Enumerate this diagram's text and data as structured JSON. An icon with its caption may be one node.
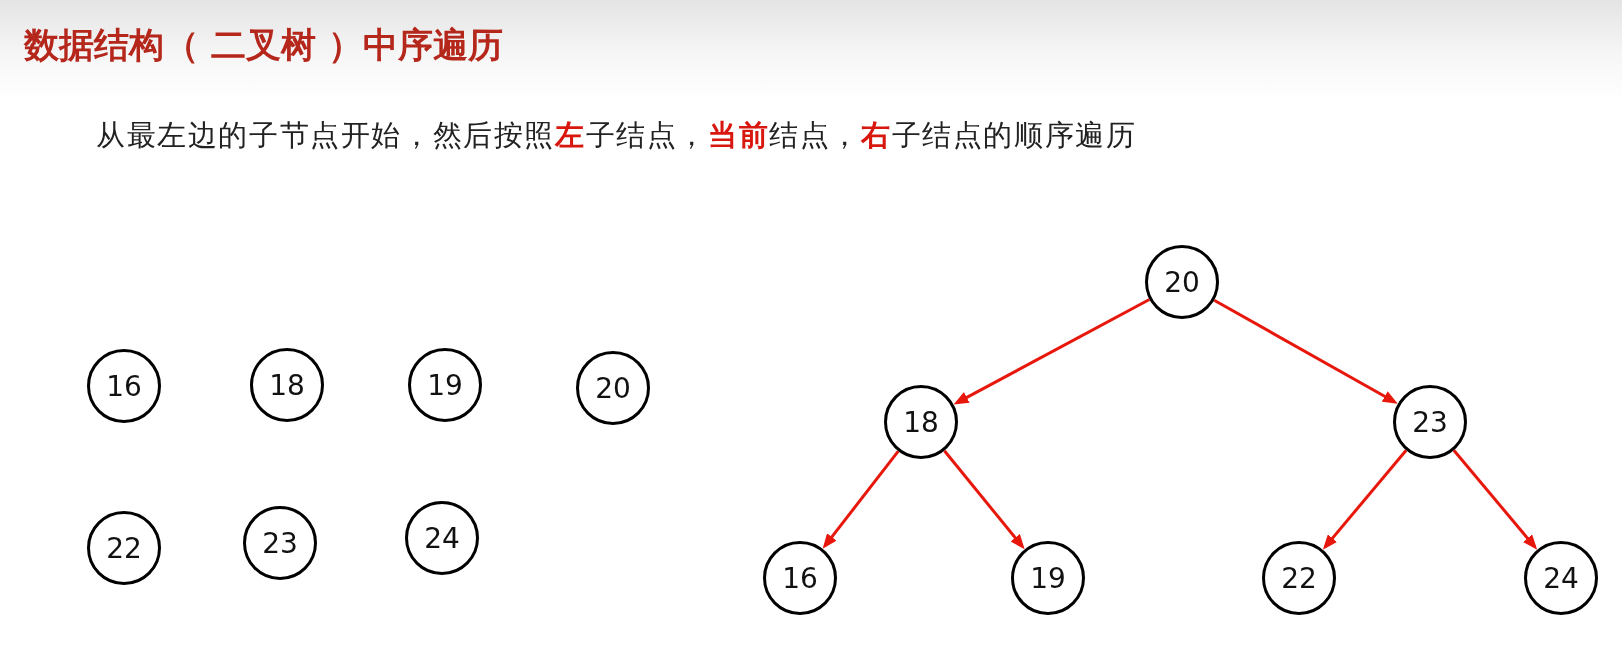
{
  "diagram": {
    "title": "数据结构（ 二叉树 ）中序遍历",
    "nodes": [
      {
        "text": [
          "16"
        ]
      },
      {
        "text": [
          "18"
        ]
      },
      {
        "text": [
          "19"
        ]
      },
      {
        "text": [
          "20"
        ]
      },
      {
        "text": [
          "22"
        ]
      },
      {
        "text": [
          "23"
        ]
      },
      {
        "text": [
          "24"
        ]
      },
      {
        "text": [
          "20"
        ]
      },
      {
        "text": [
          "18"
        ]
      },
      {
        "text": [
          "23"
        ]
      },
      {
        "text": [
          "16"
        ]
      },
      {
        "text": [
          "19"
        ]
      },
      {
        "text": [
          "22"
        ]
      },
      {
        "text": [
          "24"
        ]
      }
    ],
    "edges": [
      {
        "from": 7,
        "to": 8,
        "arrow": "to"
      },
      {
        "from": 7,
        "to": 9,
        "arrow": "to"
      },
      {
        "from": 8,
        "to": 10,
        "arrow": "to"
      },
      {
        "from": 8,
        "to": 11,
        "arrow": "to"
      },
      {
        "from": 9,
        "to": 12,
        "arrow": "to"
      },
      {
        "from": 9,
        "to": 13,
        "arrow": "to"
      }
    ],
    "labels": [
      "从最左边的子节点开始，然后按照**左**子结点，**当前**结点，**右**子结点的顺序遍历"
    ]
  }
}
